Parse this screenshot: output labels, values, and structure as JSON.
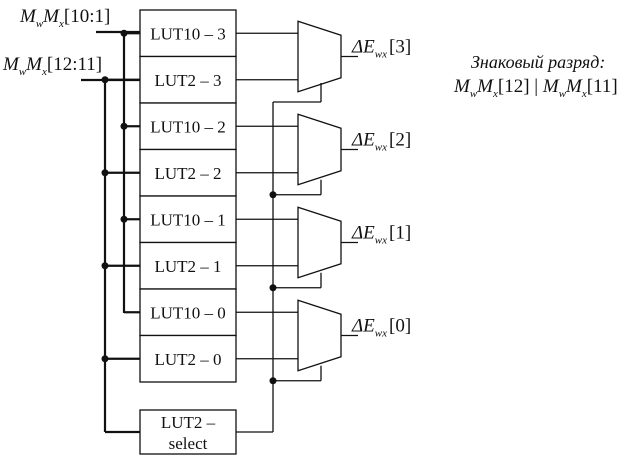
{
  "inputs": {
    "low_bus": {
      "base1": "M",
      "sub1": "w",
      "base2": "M",
      "sub2": "x",
      "range": "[10:1]"
    },
    "high_bus": {
      "base1": "M",
      "sub1": "w",
      "base2": "M",
      "sub2": "x",
      "range": "[12:11]"
    }
  },
  "luts": [
    {
      "label": "LUT10 – 3",
      "bus": "low"
    },
    {
      "label": "LUT2 – 3",
      "bus": "high"
    },
    {
      "label": "LUT10 – 2",
      "bus": "low"
    },
    {
      "label": "LUT2 – 2",
      "bus": "high"
    },
    {
      "label": "LUT10 – 1",
      "bus": "low"
    },
    {
      "label": "LUT2 – 1",
      "bus": "high"
    },
    {
      "label": "LUT10 – 0",
      "bus": "low"
    },
    {
      "label": "LUT2 – 0",
      "bus": "high"
    }
  ],
  "select_lut": {
    "line1": "LUT2 –",
    "line2": "select"
  },
  "outputs": [
    {
      "prefix": "ΔE",
      "sub": "wx",
      "index": "[3]"
    },
    {
      "prefix": "ΔE",
      "sub": "wx",
      "index": "[2]"
    },
    {
      "prefix": "ΔE",
      "sub": "wx",
      "index": "[1]"
    },
    {
      "prefix": "ΔE",
      "sub": "wx",
      "index": "[0]"
    }
  ],
  "note": {
    "title": "Знаковый разряд:",
    "formula": {
      "a_base1": "M",
      "a_sub1": "w",
      "a_base2": "M",
      "a_sub2": "x",
      "a_idx": "[12]",
      "sep": " | ",
      "b_base1": "M",
      "b_sub1": "w",
      "b_base2": "M",
      "b_sub2": "x",
      "b_idx": "[11]"
    }
  }
}
